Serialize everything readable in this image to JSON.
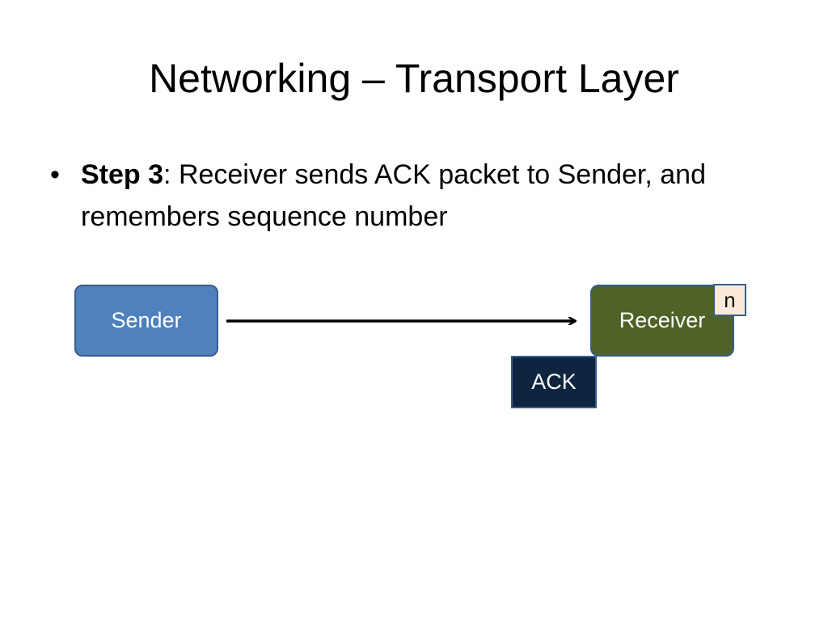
{
  "slide": {
    "title": "Networking – Transport Layer",
    "bullet": {
      "marker": "•",
      "label": "Step 3",
      "text": ": Receiver sends ACK packet to Sender, and remembers sequence number"
    }
  },
  "diagram": {
    "sender_label": "Sender",
    "receiver_label": "Receiver",
    "sequence_label": "n",
    "packet_label": "ACK",
    "colors": {
      "sender_fill": "#4f81bd",
      "receiver_fill": "#4f6228",
      "packet_fill": "#0f243e",
      "sequence_fill": "#fde9d9",
      "outline": "#385d8a"
    }
  }
}
